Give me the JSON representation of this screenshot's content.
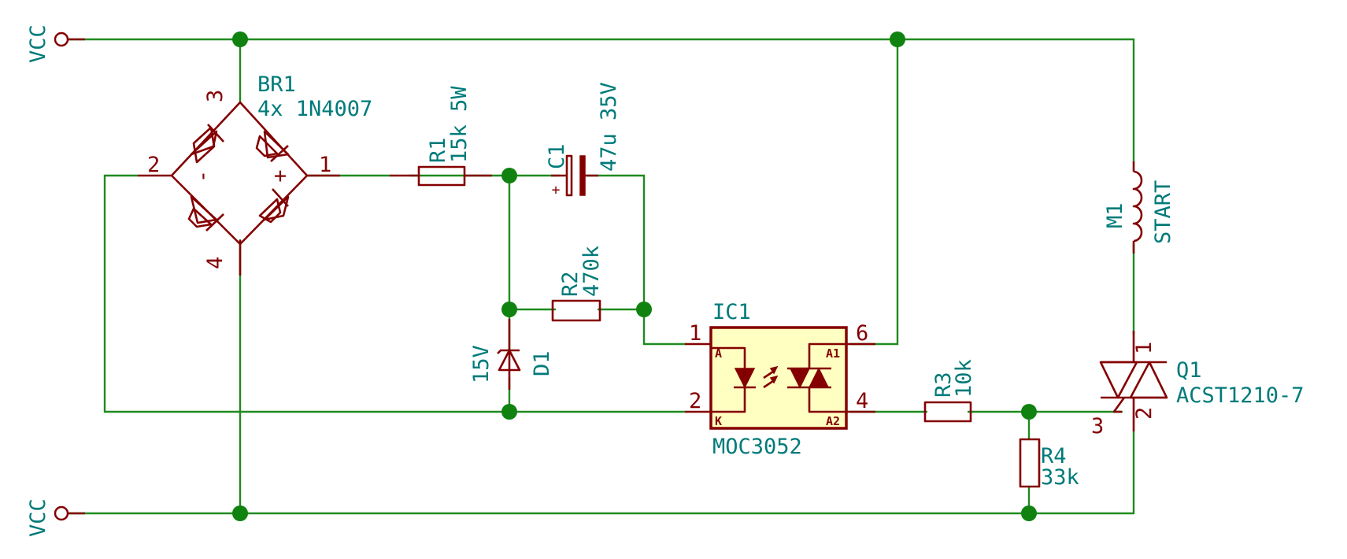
{
  "power": {
    "top": "VCC",
    "bottom": "VCC"
  },
  "br1": {
    "ref": "BR1",
    "value": "4x 1N4007",
    "pin_top": "3",
    "pin_left": "2",
    "pin_right": "1",
    "pin_bottom": "4",
    "minus": "-",
    "plus": "+"
  },
  "r1": {
    "ref": "R1",
    "value": "15k 5W"
  },
  "c1": {
    "ref": "C1",
    "value": "47u 35V",
    "plus": "+"
  },
  "r2": {
    "ref": "R2",
    "value": "470k"
  },
  "d1": {
    "ref": "D1",
    "value": "15V"
  },
  "ic1": {
    "ref": "IC1",
    "value": "MOC3052",
    "pin1": "1",
    "pin2": "2",
    "pin4": "4",
    "pin6": "6",
    "label_a": "A",
    "label_k": "K",
    "label_a1": "A1",
    "label_a2": "A2"
  },
  "r3": {
    "ref": "R3",
    "value": "10k"
  },
  "r4": {
    "ref": "R4",
    "value": "33k"
  },
  "m1": {
    "ref": "M1",
    "value": "START"
  },
  "q1": {
    "ref": "Q1",
    "value": "ACST1210-7",
    "pin1": "1",
    "pin2": "2",
    "pin3": "3"
  },
  "colors": {
    "wire": "#1f8a1f",
    "component": "#840000",
    "label": "#007a7a",
    "ic_body": "#ffffc2"
  }
}
